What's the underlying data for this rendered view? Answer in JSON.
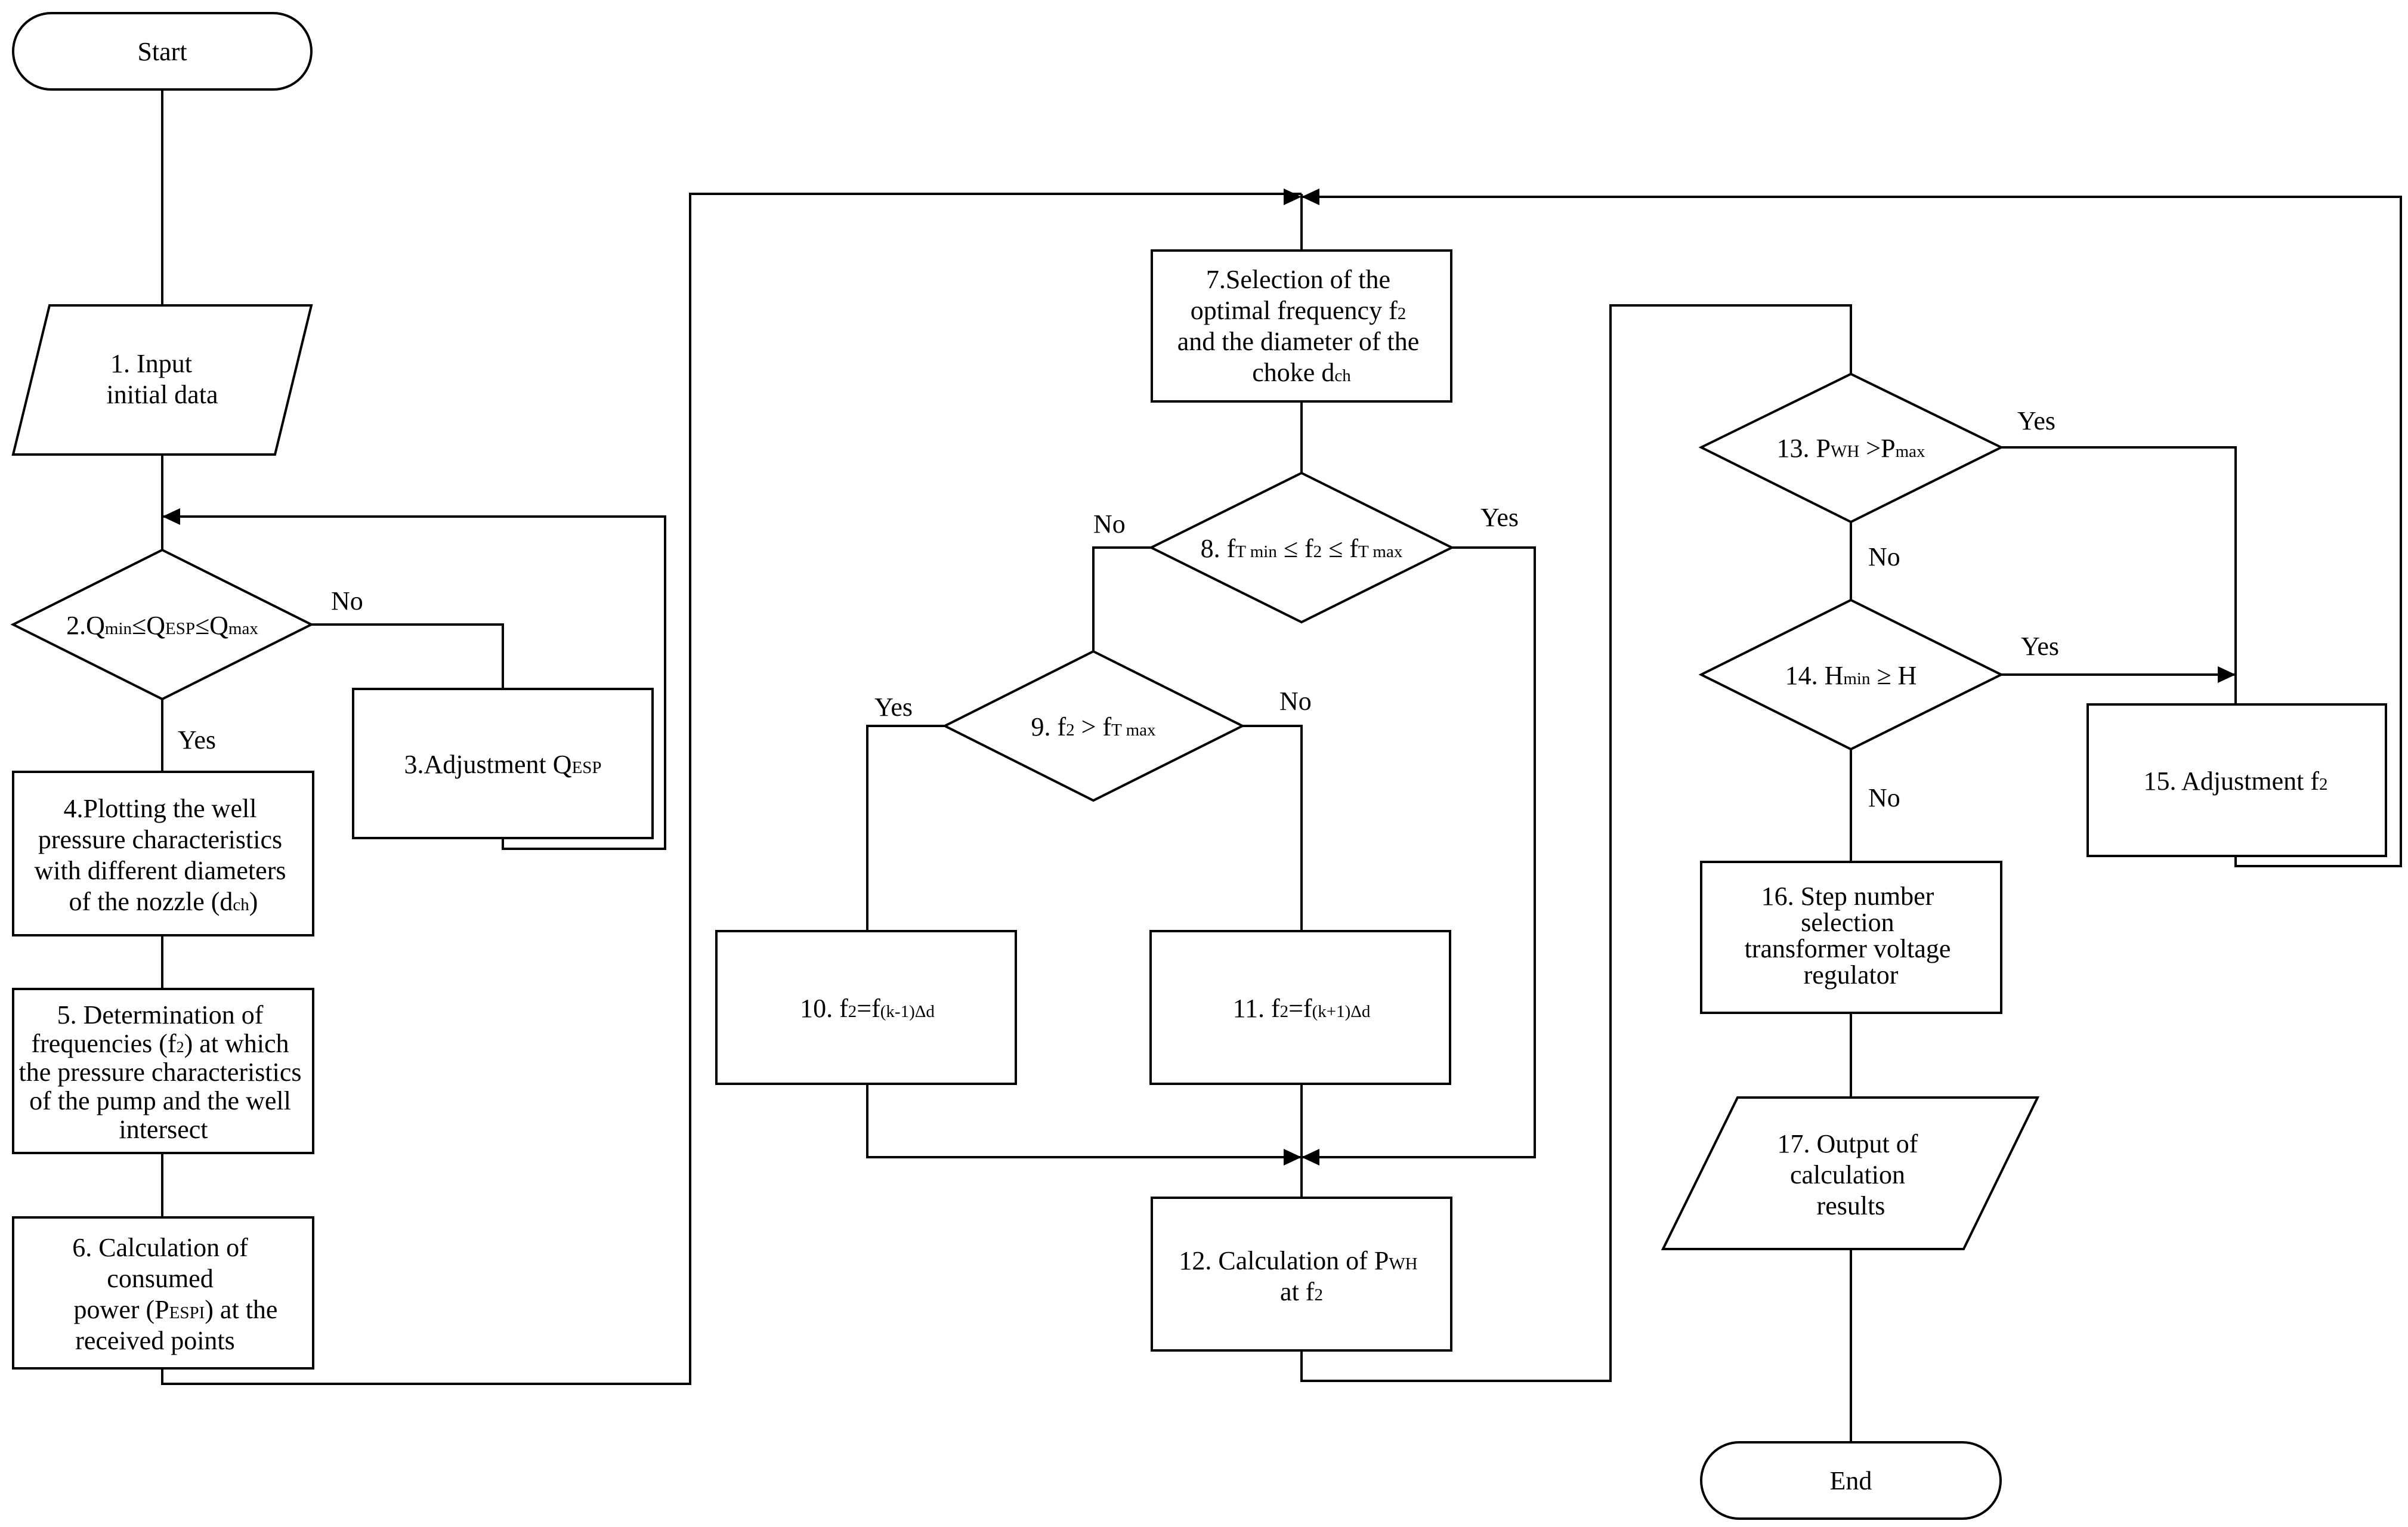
{
  "nodes": {
    "start": {
      "text": "Start"
    },
    "n1": {
      "lines": [
        "1. Input",
        "initial data"
      ]
    },
    "n2": {
      "q1": "2.Q",
      "sub1": "min",
      "op1": "≤Q",
      "sub2": "ESP",
      "op2": "≤Q",
      "sub3": "max"
    },
    "n3": {
      "main": "3.Adjustment Q",
      "sub": "ESP"
    },
    "n4": {
      "lines": [
        "4.Plotting the well",
        "pressure characteristics",
        "with different diameters"
      ],
      "last_main": "of the nozzle (d",
      "last_sub": "ch",
      "last_tail": ")"
    },
    "n5": {
      "l1": "5. Determination of",
      "l2_main": "frequencies (f",
      "l2_sub": "2",
      "l2_tail": ") at which",
      "l3": "the pressure characteristics",
      "l4": "of the pump and the well",
      "l5": "intersect"
    },
    "n6": {
      "l1": "6. Calculation of",
      "l2": "consumed",
      "l3_main": "power (P",
      "l3_sub": "ESPI",
      "l3_tail": ") at the",
      "l4": "received points"
    },
    "n7": {
      "l1": "7.Selection of the",
      "l2_main": "optimal frequency f",
      "l2_sub": "2",
      "l3": "and the diameter of the",
      "l4_main": "choke d",
      "l4_sub": "ch"
    },
    "n8": {
      "a": "8. f",
      "a_sub": "T min",
      "b": " ≤ f",
      "b_sub": "2",
      "c": " ≤ f",
      "c_sub": "T max"
    },
    "n9": {
      "a": "9. f",
      "a_sub": "2",
      "b": " > f",
      "b_sub": "T max"
    },
    "n10": {
      "a": "10. f",
      "a_sub": "2",
      "b": "=f",
      "b_sub": "(k-1)Δd"
    },
    "n11": {
      "a": "11. f",
      "a_sub": "2",
      "b": "=f",
      "b_sub": "(k+1)Δd"
    },
    "n12": {
      "l1_main": "12. Calculation of P",
      "l1_sub": "WH",
      "l2_main": "at f",
      "l2_sub": "2"
    },
    "n13": {
      "a": "13. P",
      "a_sub": "WH",
      "b": " >P",
      "b_sub": "max"
    },
    "n14": {
      "a": "14. H",
      "a_sub": "min",
      "b": " ≥ H"
    },
    "n15": {
      "main": "15. Adjustment f",
      "sub": "2"
    },
    "n16": {
      "lines": [
        "16. Step number",
        "selection",
        "transformer voltage",
        "regulator"
      ]
    },
    "n17": {
      "lines": [
        "17. Output of",
        "calculation",
        "results"
      ]
    },
    "end": {
      "text": "End"
    }
  },
  "edge_labels": {
    "n2_no": "No",
    "n2_yes": "Yes",
    "n8_no": "No",
    "n8_yes": "Yes",
    "n9_yes": "Yes",
    "n9_no": "No",
    "n13_yes": "Yes",
    "n13_no": "No",
    "n14_yes": "Yes",
    "n14_no": "No"
  }
}
